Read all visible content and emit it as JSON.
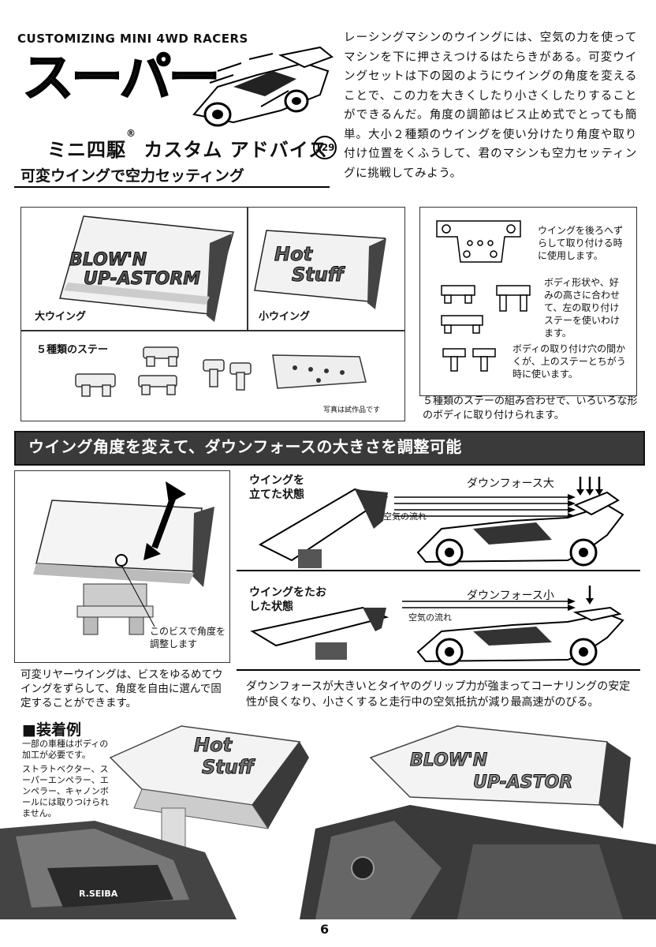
{
  "header": {
    "english": "CUSTOMIZING MINI 4WD RACERS",
    "title": "スーパー",
    "subtitle": "ミニ四駆",
    "subtitle_reg": "®",
    "subtitle_rest": "カスタム アドバイス",
    "issue": "129",
    "theme": "可変ウイングで空力セッティング"
  },
  "intro": "レーシングマシンのウイングには、空気の力を使ってマシンを下に押さえつけるはたらきがある。可変ウイングセットは下の図のようにウイングの角度を変えることで、この力を大きくしたり小さくしたりすることができるんだ。角度の調節はビス止め式でとっても簡単。大小２種類のウイングを使い分けたり角度や取り付け位置をくふうして、君のマシンも空力セッティングに挑戦してみよう。",
  "photos": {
    "big_wing": "大ウイング",
    "big_wing_logo1": "BLOW'N",
    "big_wing_logo2": "UP-ASTORM",
    "small_wing": "小ウイング",
    "small_wing_logo1": "Hot",
    "small_wing_logo2": "Stuff",
    "stays": "５種類のステー",
    "prototype": "写真は試作品です"
  },
  "stays_info": {
    "note1": "ウイングを後ろへずらして取り付ける時に使用します。",
    "note2": "ボディ形状や、好みの高さに合わせて、左の取り付けステーを使いわけます。",
    "note3": "ボディの取り付け穴の間かくが、上のステーとちがう時に使います。",
    "summary": "５種類のステーの組み合わせで、いろいろな形のボディに取り付けられます。"
  },
  "banner": "ウイング角度を変えて、ダウンフォースの大きさを調整可能",
  "adjust": {
    "screw_label": "このビスで角度を調整します",
    "desc": "可変リヤーウイングは、ビスをゆるめてウイングをずらして、角度を自由に選んで固定することができます。"
  },
  "diagram": {
    "up_label": "ウイングを立てた状態",
    "down_label": "ウイングをたおした状態",
    "df_big": "ダウンフォース大",
    "df_small": "ダウンフォース小",
    "airflow": "空気の流れ",
    "explanation": "ダウンフォースが大きいとタイヤのグリップ力が強まってコーナリングの安定性が良くなり、小さくすると走行中の空気抵抗が減り最高速がのびる。"
  },
  "example": {
    "heading": "■装着例",
    "note1": "一部の車種はボディの加工が必要です。",
    "note2": "ストラトベクター、スーパーエンペラー、エンペラー、キャノンボールには取りつけられません。",
    "car_logo": "R.SEIBA",
    "wing1_logo1": "Hot",
    "wing1_logo2": "Stuff",
    "wing2_logo1": "BLOW'N",
    "wing2_logo2": "UP-ASTOR"
  },
  "page_number": "6"
}
